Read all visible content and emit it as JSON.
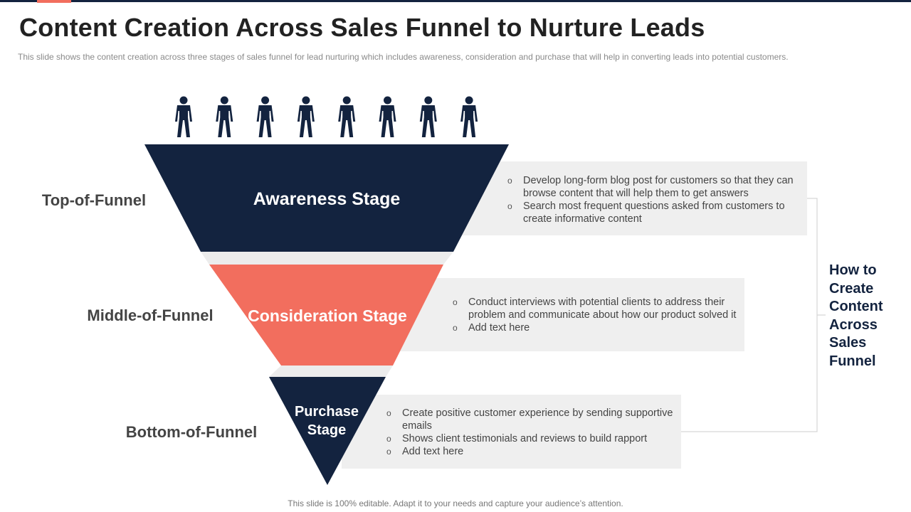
{
  "slide": {
    "title": "Content Creation Across Sales Funnel to Nurture Leads",
    "subtitle": "This slide shows the content creation across three stages of sales funnel for lead nurturing which includes awareness, consideration and purchase that will help in converting leads into potential customers.",
    "footer": "This slide is 100% editable. Adapt it to your needs and capture your audience’s attention."
  },
  "colors": {
    "navy": "#13233f",
    "coral": "#f26e5e",
    "box": "#efefef"
  },
  "people": {
    "icon": "person-icon",
    "count": 8
  },
  "stages": [
    {
      "funnel_level": "Top-of-Funnel",
      "name_lines": [
        "Awareness Stage"
      ],
      "color": "#13233f",
      "points": [
        "Develop long-form blog post for customers so that they can browse content that will help them to get answers",
        "Search most frequent questions asked from customers to create informative content"
      ]
    },
    {
      "funnel_level": "Middle-of-Funnel",
      "name_lines": [
        "Consideration Stage"
      ],
      "color": "#f26e5e",
      "points": [
        "Conduct interviews with potential clients to address their problem and communicate about how our product solved it",
        "Add text here"
      ]
    },
    {
      "funnel_level": "Bottom-of-Funnel",
      "name_lines": [
        "Purchase",
        "Stage"
      ],
      "color": "#13233f",
      "points": [
        "Create positive customer experience by sending supportive emails",
        "Shows client testimonials and reviews to build rapport",
        "Add text here"
      ]
    }
  ],
  "side_title": "How to Create Content Across Sales Funnel"
}
